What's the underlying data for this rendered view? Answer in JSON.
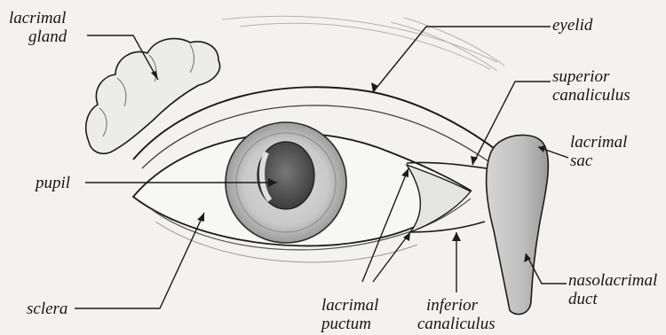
{
  "labels": {
    "lacrimal_gland": [
      "lacrimal",
      "gland"
    ],
    "eyelid": [
      "eyelid"
    ],
    "superior_canaliculus": [
      "superior",
      "canaliculus"
    ],
    "lacrimal_sac": [
      "lacrimal",
      "sac"
    ],
    "pupil": [
      "pupil"
    ],
    "sclera": [
      "sclera"
    ],
    "lacrimal_punctum": [
      "lacrimal",
      "puctum"
    ],
    "inferior_canaliculus": [
      "inferior",
      "canaliculus"
    ],
    "nasolacrimal_duct": [
      "nasolacrimal",
      "duct"
    ]
  },
  "colors": {
    "ink": "#1b1b1b",
    "paper": "#f3f2ef",
    "shade": "#8a8a8a",
    "pupil": "#5a5a5a"
  }
}
